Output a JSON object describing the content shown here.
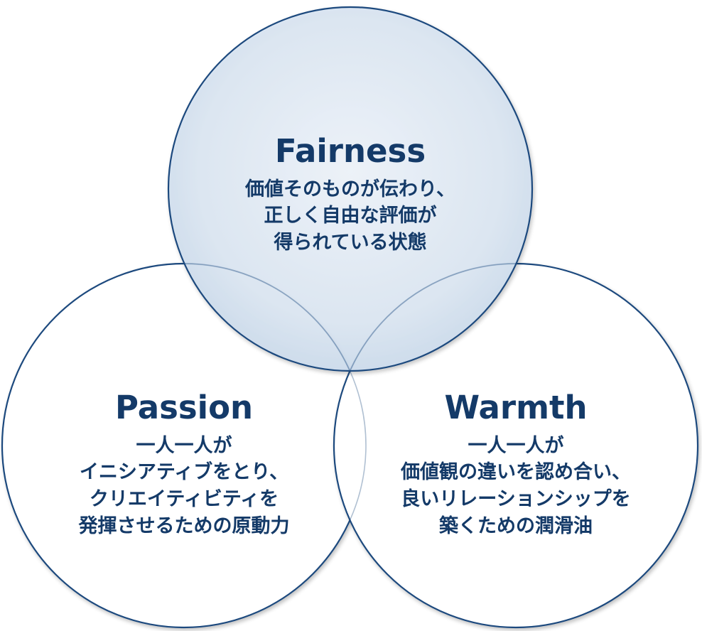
{
  "colors": {
    "ring": "#1e4a7e",
    "text": "#143a68",
    "fairness_fill_edge": "#c9d9ec",
    "fairness_fill_center": "#eef4fb"
  },
  "circles": {
    "fairness": {
      "title": "Fairness",
      "lines": [
        "価値そのものが伝わり、",
        "正しく自由な評価が",
        "得られている状態"
      ]
    },
    "passion": {
      "title": "Passion",
      "lines": [
        "一人一人が",
        "イニシアティブをとり、",
        "クリエイティビティを",
        "発揮させるための原動力"
      ]
    },
    "warmth": {
      "title": "Warmth",
      "lines": [
        "一人一人が",
        "価値観の違いを認め合い、",
        "良いリレーションシップを",
        "築くための潤滑油"
      ]
    }
  }
}
